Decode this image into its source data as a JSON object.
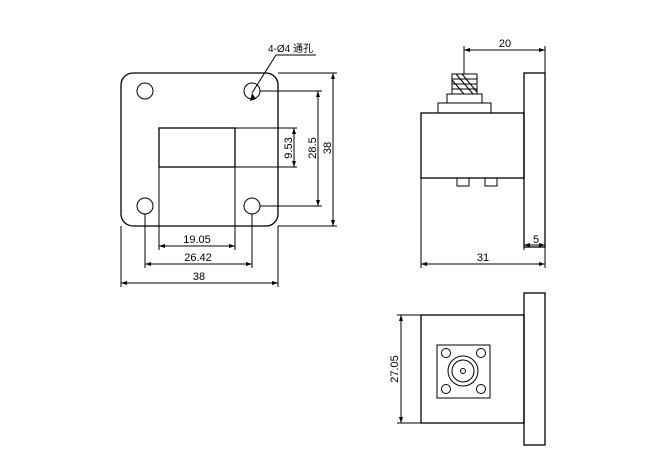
{
  "front_view": {
    "hole_callout": "4-Ø4 通孔",
    "dims": {
      "inner_height": "9.53",
      "hole_pitch_v": "28.5",
      "flange_height": "38",
      "inner_width": "19.05",
      "hole_pitch_h": "26.42",
      "flange_width": "38"
    }
  },
  "side_view": {
    "dims": {
      "connector_offset": "20",
      "flange_thickness": "5",
      "body_length": "31"
    }
  },
  "bottom_view": {
    "dims": {
      "body_width": "27.05"
    }
  },
  "colors": {
    "line": "#000000",
    "background": "#ffffff"
  }
}
